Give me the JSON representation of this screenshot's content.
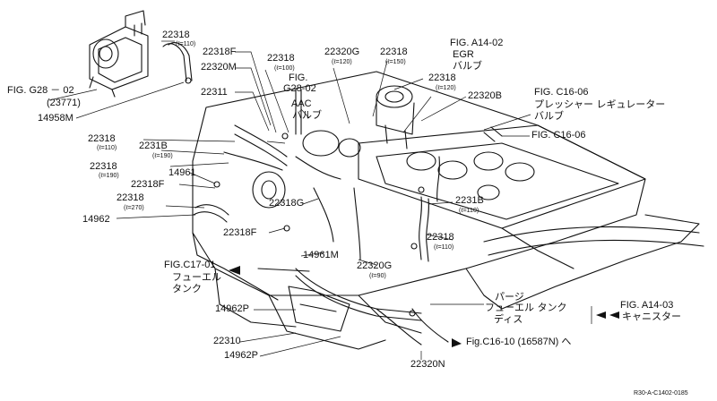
{
  "diagram": {
    "labels": {
      "p22318_top": "22318",
      "len110_top": "(ℓ=110)",
      "fig_g28_02": "FIG. G28 － 02",
      "p23771": "(23771)",
      "p14958m": "14958M",
      "p22318f_a": "22318F",
      "p22320m": "22320M",
      "p22311": "22311",
      "p22318_b": "22318",
      "len100": "(ℓ=100)",
      "fig_g28_02_b": "FIG.",
      "fig_g28_02_c": "G28-02",
      "aac_1": "AAC",
      "aac_2": "バルブ",
      "p22320g_top": "22320G",
      "len120_a": "(ℓ=120)",
      "p22318_c": "22318",
      "len150": "(ℓ=150)",
      "fig_a14_02": "FIG. A14-02",
      "egr_1": "EGR",
      "egr_2": "バルブ",
      "p22318_d": "22318",
      "len120_b": "(ℓ=120)",
      "p22320b": "22320B",
      "fig_c16_06_a": "FIG. C16-06",
      "pr_1": "プレッシャー レギュレーター",
      "pr_2": "バルブ",
      "fig_c16_06_b": "FIG. C16-06",
      "p22318_e": "22318",
      "len110_e": "(ℓ=110)",
      "p2231b_a": "2231B",
      "len190_a": "(ℓ=190)",
      "p22318_f": "22318",
      "len190_b": "(ℓ=190)",
      "p14961": "14961",
      "p22318f_b": "22318F",
      "p22318_g": "22318",
      "len270": "(ℓ=270)",
      "p14962": "14962",
      "p22318g": "22318G",
      "p2231b_b": "2231B",
      "len110_b": "(ℓ=110)",
      "p22318f_c": "22318F",
      "p22318_h": "22318",
      "len110_h": "(ℓ=110)",
      "fig_c17_01": "FIG.C17-01",
      "ft_1": "フューエル",
      "ft_2": "タンク",
      "p14961m": "14961M",
      "p22320g_b": "22320G",
      "len90": "(ℓ=90)",
      "purge_1": "パージ",
      "purge_2": "フューエル タンク",
      "purge_3": "ディス",
      "fig_a14_03": "FIG. A14-03",
      "canister": "キャニスター",
      "p14962p_a": "14962P",
      "p22310": "22310",
      "p14962p_b": "14962P",
      "p22320n": "22320N",
      "fig_c16_10": "Fig.C16-10 (16587N) へ",
      "ref_code": "R30-A-C1402-0185"
    }
  }
}
